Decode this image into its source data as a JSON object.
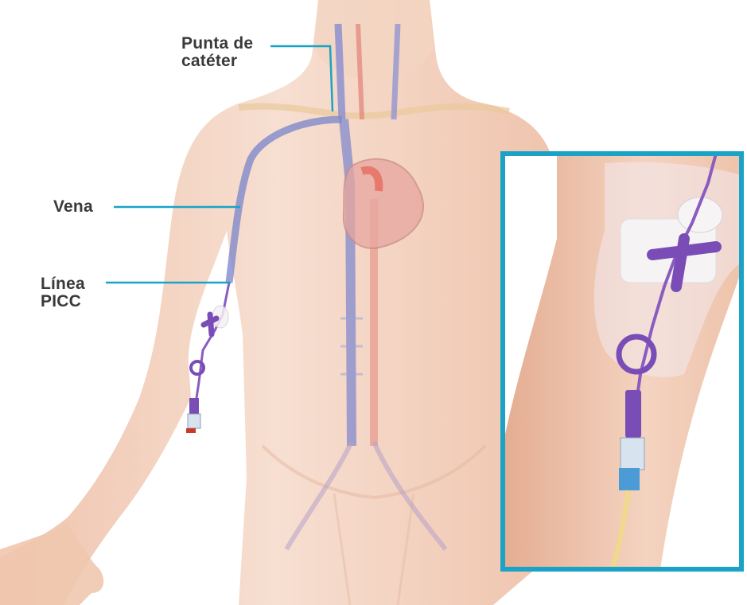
{
  "labels": {
    "tip": {
      "line1": "Punta de",
      "line2": "catéter"
    },
    "vein": {
      "line1": "Vena"
    },
    "picc": {
      "line1": "Línea",
      "line2": "PICC"
    }
  },
  "colors": {
    "skin": "#f3d2bf",
    "skin_shadow": "#e8b79d",
    "vein": "#7f86c6",
    "artery": "#e58f84",
    "catheter": "#8a5cc0",
    "callout": "#1aa3c7",
    "text": "#3a3a3c",
    "fluid": "#f2de9a"
  }
}
